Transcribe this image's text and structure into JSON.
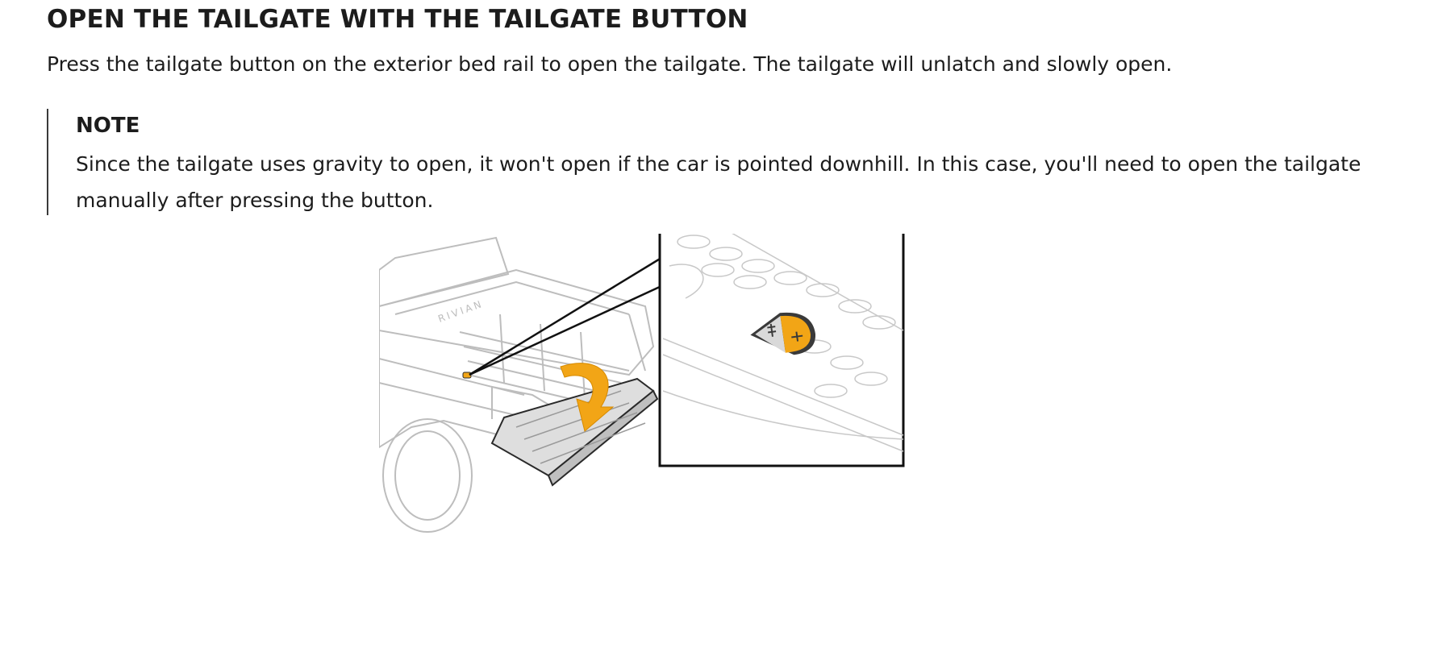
{
  "section": {
    "heading": "OPEN THE TAILGATE WITH THE TAILGATE BUTTON",
    "intro": "Press the tailgate button on the exterior bed rail to open the tailgate. The tailgate will unlatch and slowly open."
  },
  "note": {
    "label": "NOTE",
    "body": "Since the tailgate uses gravity to open, it won't open if the car is pointed downhill. In this case, you'll need to open the tailgate manually after pressing the button."
  },
  "illustration": {
    "brand_mark": "RIVIAN",
    "icons": [
      "truck-bed-illustration",
      "tailgate-button-icon",
      "open-arrow-icon"
    ],
    "accent_color": "#f2a516",
    "line_color": "#bdbdbd",
    "tailgate_fill": "#dedede"
  }
}
